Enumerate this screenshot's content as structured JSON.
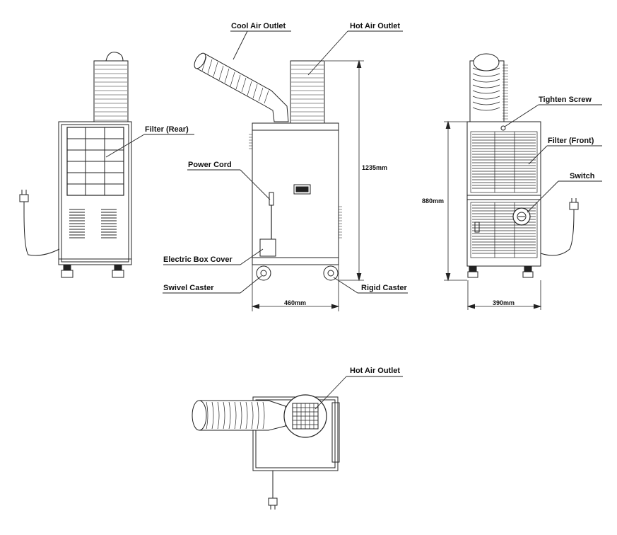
{
  "labels": {
    "filter_rear": "Filter (Rear)",
    "cool_air_outlet": "Cool Air Outlet",
    "hot_air_outlet": "Hot Air Outlet",
    "power_cord": "Power Cord",
    "height_total": "1235mm",
    "electric_box_cover": "Electric Box Cover",
    "swivel_caster": "Swivel Caster",
    "rigid_caster": "Rigid Caster",
    "width_side": "460mm",
    "tighten_screw": "Tighten Screw",
    "filter_front": "Filter (Front)",
    "switch": "Switch",
    "height_body": "880mm",
    "width_front": "390mm",
    "hot_air_outlet_top": "Hot Air Outlet"
  },
  "colors": {
    "line": "#222222",
    "fill": "#ffffff",
    "dark": "#1a1a1a",
    "grille": "#2a2a2a"
  }
}
